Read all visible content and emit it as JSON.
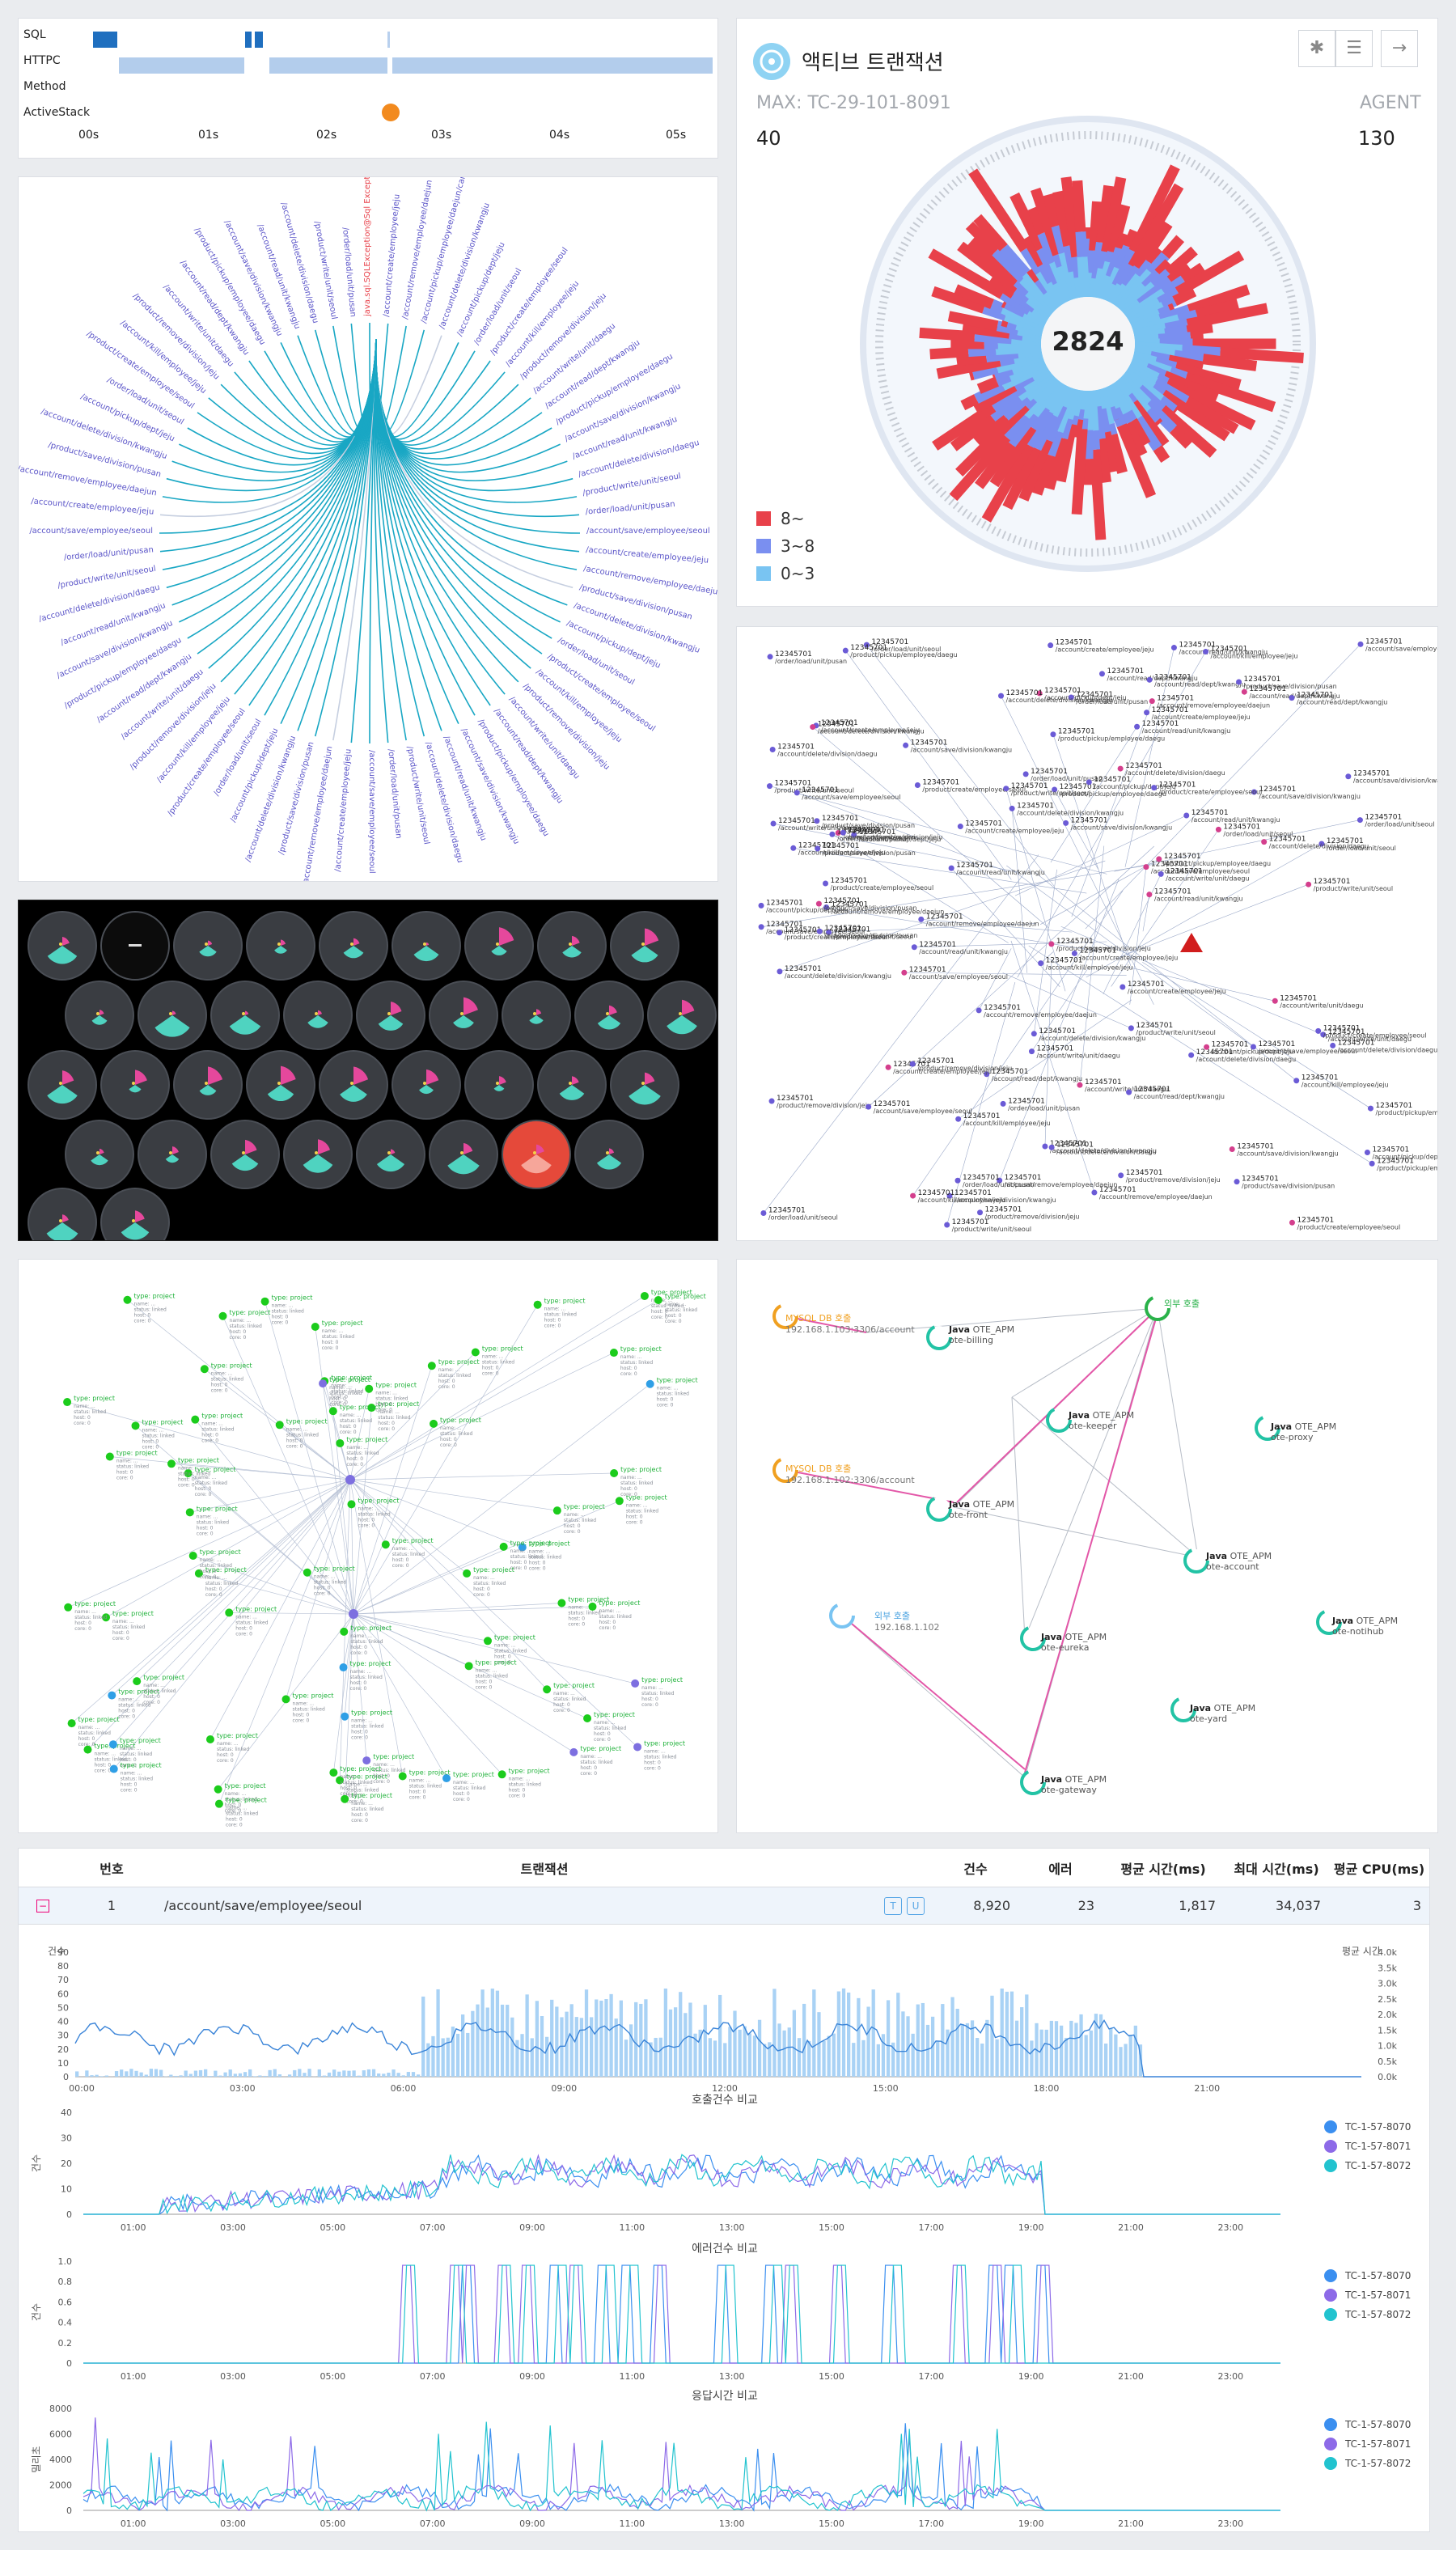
{
  "timeline": {
    "rows": [
      "SQL",
      "HTTPC",
      "Method",
      "ActiveStack"
    ],
    "ticks": [
      "00s",
      "01s",
      "02s",
      "03s",
      "04s",
      "05s"
    ]
  },
  "active_tx": {
    "title": "액티브 트랜잭션",
    "max_label": "MAX: TC-29-101-8091",
    "agent_label": "AGENT",
    "left_value": "40",
    "right_value": "130",
    "center_value": "2824",
    "legend": [
      {
        "label": "8~",
        "color": "#e8414a"
      },
      {
        "label": "3~8",
        "color": "#7a8ff0"
      },
      {
        "label": "0~3",
        "color": "#79c4f2"
      }
    ]
  },
  "radial_labels": {
    "highlight_1": "java.sql.SQLException@Sql Exception",
    "highlight_2": "/account/pickup/employee/daejun/cancel",
    "sample": [
      "/account/save/employee/seoul",
      "/account/create/employee/jeju",
      "/account/remove/employee/daejun",
      "/product/save/division/pusan",
      "/account/delete/division/kwangju",
      "/account/pickup/dept/jeju",
      "/order/load/unit/seoul",
      "/product/create/employee/seoul",
      "/account/kill/employee/jeju",
      "/product/remove/division/jeju",
      "/account/write/unit/daegu",
      "/account/read/dept/kwangju",
      "/product/pickup/employee/daegu",
      "/account/save/division/kwangju",
      "/account/read/unit/kwangju",
      "/account/delete/division/daegu",
      "/product/write/unit/seoul",
      "/order/load/unit/pusan"
    ]
  },
  "topo_java": {
    "nodes": [
      {
        "name": "ote-billing",
        "sub": "OTE_APM",
        "tag": "Java"
      },
      {
        "name": "ote-keeper",
        "sub": "OTE_APM",
        "tag": "Java"
      },
      {
        "name": "ote-front",
        "sub": "OTE_APM",
        "tag": "Java"
      },
      {
        "name": "ote-account",
        "sub": "OTE_APM",
        "tag": "Java"
      },
      {
        "name": "ote-eureka",
        "sub": "OTE_APM",
        "tag": "Java"
      },
      {
        "name": "ote-gateway",
        "sub": "OTE_APM",
        "tag": "Java"
      },
      {
        "name": "ote-proxy",
        "sub": "OTE_APM",
        "tag": "Java"
      },
      {
        "name": "ote-notihub",
        "sub": "OTE_APM",
        "tag": "Java"
      },
      {
        "name": "ote-yard",
        "sub": "OTE_APM",
        "tag": "Java"
      }
    ],
    "db1": "MYSQL DB 호출",
    "db1_addr": "192.168.1.103:3306/account",
    "db2": "MYSQL DB 호출",
    "db2_addr": "192.168.1.102:3306/account",
    "ext": "외부 호출",
    "ext_addr": "192.168.1.102",
    "ext2": "외부 호출"
  },
  "table": {
    "headers": [
      "번호",
      "트랜잭션",
      "건수",
      "에러",
      "평균 시간(ms)",
      "최대 시간(ms)",
      "평균 CPU(ms)"
    ],
    "row": {
      "index": "1",
      "name": "/account/save/employee/seoul",
      "count": "8,920",
      "errors": "23",
      "avg": "1,817",
      "max": "34,037",
      "cpu": "3"
    },
    "btn_t": "T",
    "btn_u": "U"
  },
  "charts": {
    "main": {
      "left_axis": "건수",
      "right_axis": "평균 시간",
      "y_ticks": [
        "90",
        "80",
        "70",
        "60",
        "50",
        "40",
        "30",
        "20",
        "10",
        "0"
      ],
      "r_ticks": [
        "4.0k",
        "3.5k",
        "3.0k",
        "2.5k",
        "2.0k",
        "1.5k",
        "1.0k",
        "0.5k",
        "0.0k"
      ],
      "x_ticks": [
        "00:00",
        "03:00",
        "06:00",
        "09:00",
        "12:00",
        "15:00",
        "18:00",
        "21:00"
      ]
    },
    "calls": {
      "title": "호출건수 비교",
      "ylabel": "건수",
      "y_ticks": [
        "40",
        "30",
        "20",
        "10",
        "0"
      ],
      "x_ticks": [
        "01:00",
        "03:00",
        "05:00",
        "07:00",
        "09:00",
        "11:00",
        "13:00",
        "15:00",
        "17:00",
        "19:00",
        "21:00",
        "23:00"
      ]
    },
    "errors": {
      "title": "에러건수 비교",
      "ylabel": "건수",
      "y_ticks": [
        "1.0",
        "0.8",
        "0.6",
        "0.4",
        "0.2",
        "0"
      ],
      "x_ticks": [
        "01:00",
        "03:00",
        "05:00",
        "07:00",
        "09:00",
        "11:00",
        "13:00",
        "15:00",
        "17:00",
        "19:00",
        "21:00",
        "23:00"
      ]
    },
    "resp": {
      "title": "응답시간 비교",
      "ylabel": "밀리초",
      "y_ticks": [
        "8000",
        "6000",
        "4000",
        "2000",
        "0"
      ],
      "x_ticks": [
        "01:00",
        "03:00",
        "05:00",
        "07:00",
        "09:00",
        "11:00",
        "13:00",
        "15:00",
        "17:00",
        "19:00",
        "21:00",
        "23:00"
      ]
    },
    "series": [
      {
        "name": "TC-1-57-8070",
        "color": "#3b8ff0"
      },
      {
        "name": "TC-1-57-8071",
        "color": "#8d6ae8"
      },
      {
        "name": "TC-1-57-8072",
        "color": "#22c3cf"
      }
    ]
  }
}
